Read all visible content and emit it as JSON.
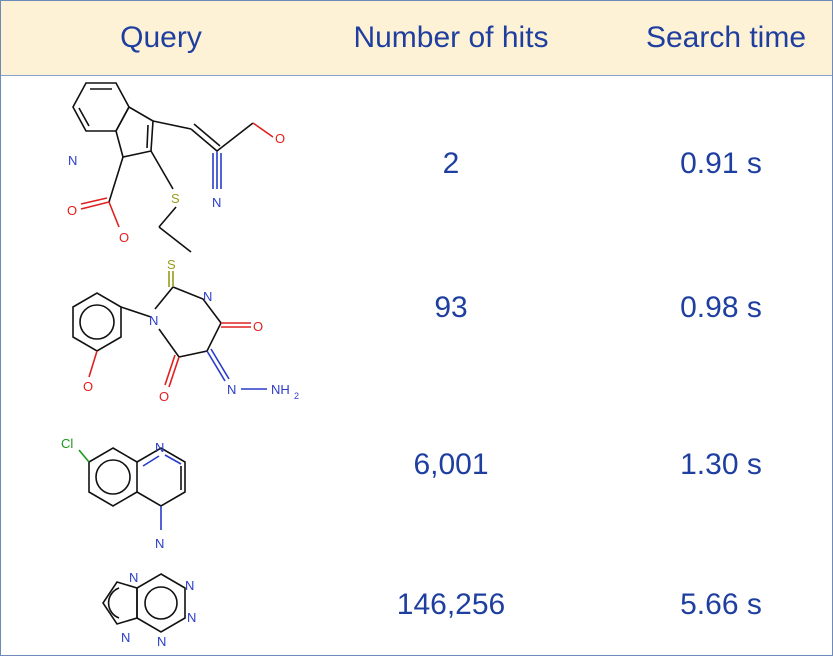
{
  "table": {
    "headers": {
      "query": "Query",
      "hits": "Number of hits",
      "time": "Search time"
    },
    "rows": [
      {
        "hits": "2",
        "time": "0.91 s",
        "molecule": "indolizine-aldehyde-ester-icon"
      },
      {
        "hits": "93",
        "time": "0.98 s",
        "molecule": "thioxopyrimidinedione-hydrazone-icon"
      },
      {
        "hits": "6,001",
        "time": "1.30 s",
        "molecule": "chloroquinoline-amine-icon"
      },
      {
        "hits": "146,256",
        "time": "5.66 s",
        "molecule": "purine-icon"
      }
    ]
  },
  "atom_labels": {
    "N": "N",
    "O": "O",
    "S": "S",
    "Cl": "Cl",
    "NH": "NH",
    "sub2": "2"
  },
  "colors": {
    "header_bg": "#fdf2d6",
    "text": "#1f3fa0",
    "border": "#6d8ab8",
    "nitrogen": "#2a3cc8",
    "oxygen": "#e02020",
    "sulfur": "#9a9a1a",
    "chlorine": "#1a9a1a"
  }
}
